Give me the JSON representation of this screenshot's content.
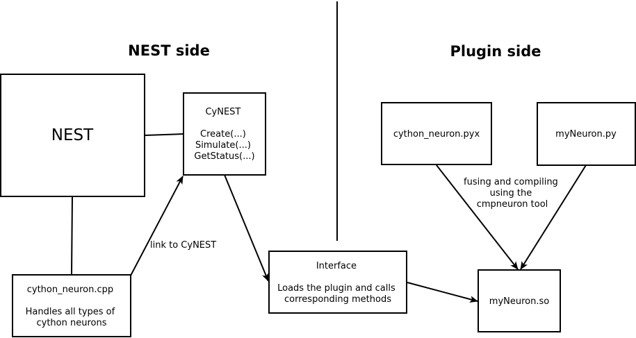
{
  "headings": {
    "nest_side": "NEST side",
    "plugin_side": "Plugin side"
  },
  "nodes": {
    "nest": {
      "lines": [
        "NEST"
      ]
    },
    "cynest": {
      "lines": [
        "CyNEST",
        "",
        "Create(...)",
        "Simulate(...)",
        "GetStatus(...)"
      ]
    },
    "cython_neuron_cpp": {
      "lines": [
        "cython_neuron.cpp",
        "",
        "Handles all types of",
        "cython neurons"
      ]
    },
    "interface": {
      "lines": [
        "Interface",
        "",
        "Loads the plugin and calls",
        "corresponding methods"
      ]
    },
    "cython_neuron_pyx": {
      "lines": [
        "cython_neuron.pyx"
      ]
    },
    "myneuron_py": {
      "lines": [
        "myNeuron.py"
      ]
    },
    "myneuron_so": {
      "lines": [
        "myNeuron.so"
      ]
    }
  },
  "edge_labels": {
    "link": "link to CyNEST",
    "fusing": [
      "fusing and compiling",
      "using the",
      "cmpneuron tool"
    ]
  },
  "colors": {
    "stroke": "#000000",
    "background": "#ffffff"
  }
}
